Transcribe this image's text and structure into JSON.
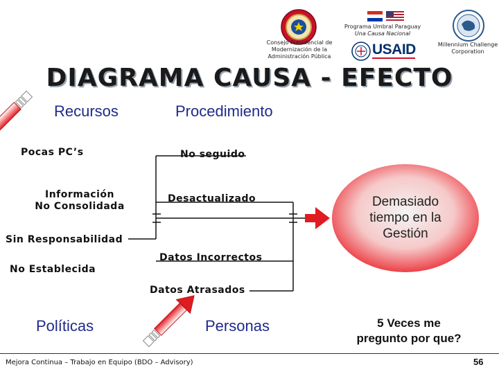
{
  "header": {
    "program_line1": "Programa Umbral Paraguay",
    "program_line2": "Una Causa Nacional",
    "consejo": [
      "Consejo Presidencial de",
      "Modernización de la",
      "Administración Pública"
    ],
    "usaid_logo": "USAID",
    "millennium": [
      "Millennium Challenge",
      "Corporation"
    ]
  },
  "title": "DIAGRAMA CAUSA - EFECTO",
  "categories": {
    "recursos": "Recursos",
    "procedimiento": "Procedimiento",
    "politicas": "Políticas",
    "personas": "Personas"
  },
  "causes": {
    "pocas_pcs": "Pocas PC’s",
    "no_seguido": "No seguido",
    "informacion_line1": "Información",
    "informacion_line2": "No Consolidada",
    "desactualizado": "Desactualizado",
    "sin_responsabilidad": "Sin Responsabilidad",
    "datos_incorrectos": "Datos Incorrectos",
    "no_establecida": "No Establecida",
    "datos_atrasados": "Datos Atrasados"
  },
  "effect": [
    "Demasiado",
    "tiempo en la",
    "Gestión"
  ],
  "question": [
    "5 Veces me",
    "pregunto por que?"
  ],
  "footer": "Mejora Continua – Trabajo en Equipo  (BDO – Advisory)",
  "page_number": "56",
  "colors": {
    "arrow_red": "#e11b22",
    "effect_fill": "#e8232a",
    "category_blue": "#1f2a8a"
  }
}
